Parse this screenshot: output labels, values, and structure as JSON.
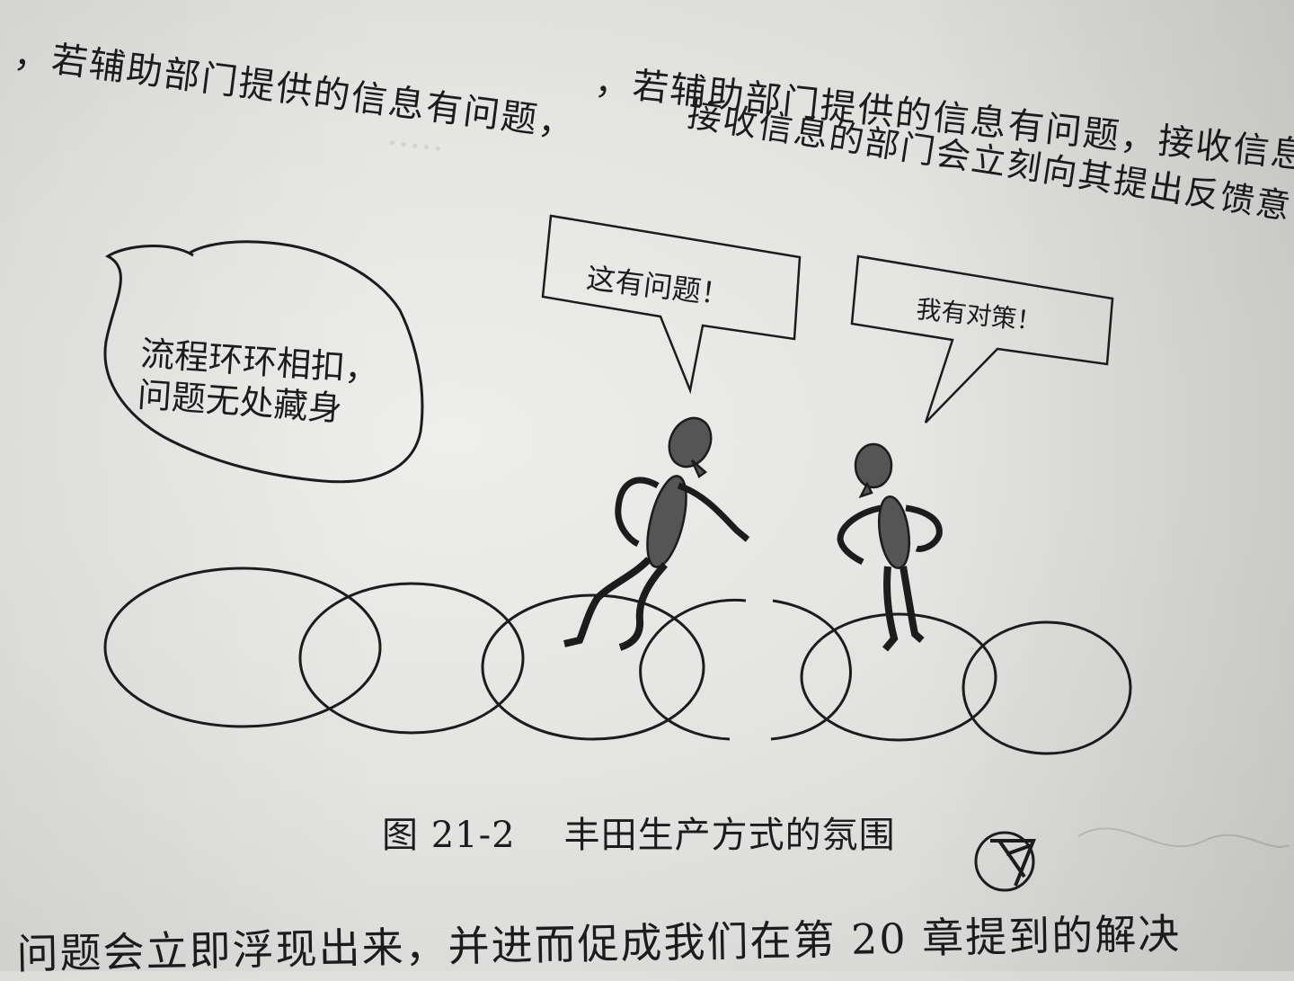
{
  "text_lines": {
    "line1": "，若辅助部门提供的信息有问题，接收信息的部门停工，立刻引起注意。",
    "line2": "，若辅助部门提供的信息有问题，",
    "line3": "接收信息的部门会立刻向其提出反馈意",
    "bottom": "问题会立即浮现出来，并进而促成我们在第 20 章提到的解决"
  },
  "figure": {
    "cloud_line1": "流程环环相扣，",
    "cloud_line2": "问题无处藏身",
    "speech_left": "这有问题！",
    "speech_right": "我有对策！",
    "caption_label": "图 21-2",
    "caption_title": "丰田生产方式的氛围"
  },
  "colors": {
    "ink": "#1c1c1c",
    "figure_fill": "#555555",
    "paper": "#e6e6e4"
  }
}
